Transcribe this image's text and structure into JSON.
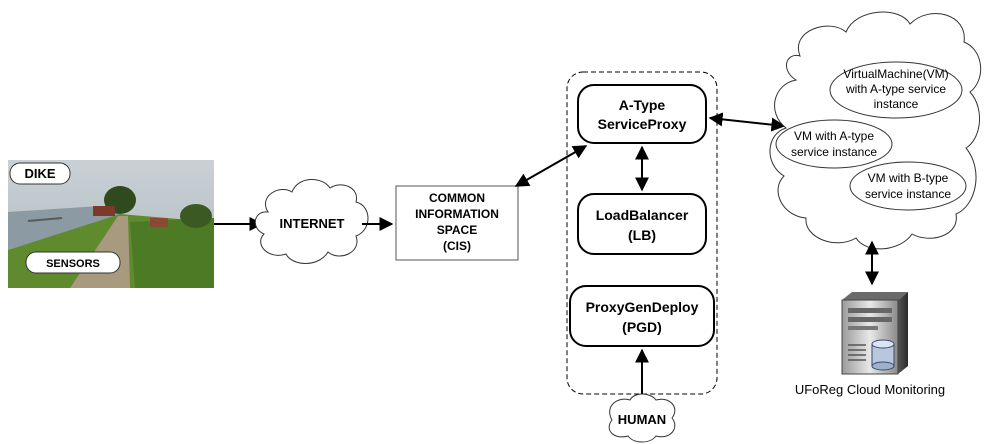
{
  "photo": {
    "dike_label": "DIKE",
    "sensors_label": "SENSORS"
  },
  "internet": {
    "label": "INTERNET"
  },
  "cis": {
    "line1": "COMMON",
    "line2": "INFORMATION",
    "line3": "SPACE",
    "line4": "(CIS)"
  },
  "proxy": {
    "line1": "A-Type",
    "line2": "ServiceProxy"
  },
  "lb": {
    "line1": "LoadBalancer",
    "line2": "(LB)"
  },
  "pgd": {
    "line1": "ProxyGenDeploy",
    "line2": "(PGD)"
  },
  "human": {
    "label": "HUMAN"
  },
  "cloud": {
    "vm1": {
      "line1": "VirtualMachine(VM)",
      "line2": "with A-type service",
      "line3": "instance"
    },
    "vm2": {
      "line1": "VM with A-type",
      "line2": "service instance"
    },
    "vm3": {
      "line1": "VM with B-type",
      "line2": "service instance"
    }
  },
  "server": {
    "caption": "UFoReg Cloud Monitoring"
  },
  "colors": {
    "sky": "#b8c2c8",
    "grass": "#5f8a2e",
    "water": "#8c9aa3",
    "path": "#a89a7e"
  }
}
